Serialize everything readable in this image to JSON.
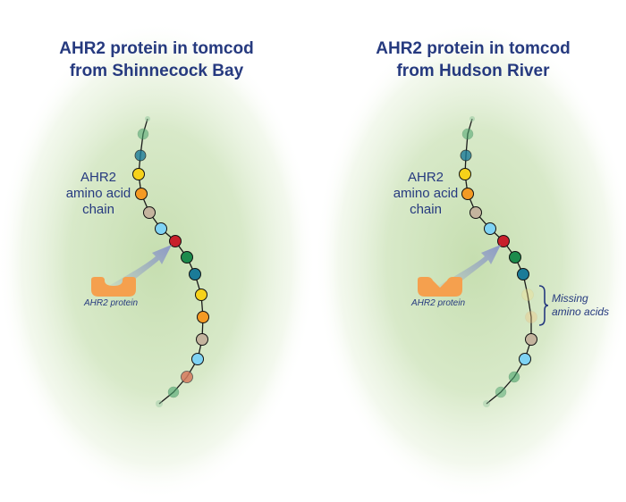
{
  "panels": [
    {
      "title_line1": "AHR2 protein in tomcod",
      "title_line2": "from Shinnecock Bay",
      "chain_label_line1": "AHR2",
      "chain_label_line2": "amino acid",
      "chain_label_line3": "chain",
      "protein_label": "AHR2 protein"
    },
    {
      "title_line1": "AHR2 protein in tomcod",
      "title_line2": "from Hudson River",
      "chain_label_line1": "AHR2",
      "chain_label_line2": "amino acid",
      "chain_label_line3": "chain",
      "protein_label": "AHR2 protein",
      "missing_line1": "Missing",
      "missing_line2": "amino acids"
    }
  ],
  "colors": {
    "title": "#263a7f",
    "halo": "#c6deb0",
    "protein": "#f5a04e",
    "arrow": "#8c99c6",
    "red": "#c8202b",
    "green": "#1c8b4c",
    "teal": "#1b7b98",
    "yellow": "#f6d21a",
    "orange": "#f49a23",
    "beige": "#c4b49e",
    "lightblue": "#7fd3f4",
    "salmon": "#d67a5d"
  }
}
